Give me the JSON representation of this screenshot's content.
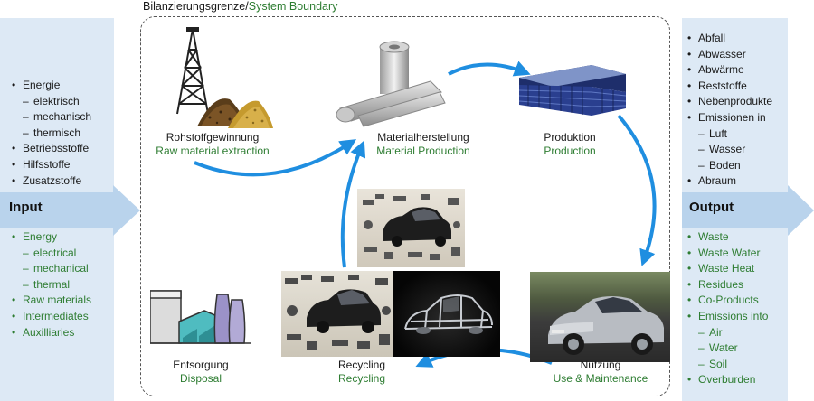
{
  "boundary": {
    "label_de": "Bilanzierungsgrenze",
    "separator": "/",
    "label_en": "System Boundary"
  },
  "input": {
    "label": "Input",
    "de_items": [
      {
        "text": "Energie",
        "level": 0
      },
      {
        "text": "elektrisch",
        "level": 1
      },
      {
        "text": "mechanisch",
        "level": 1
      },
      {
        "text": "thermisch",
        "level": 1
      },
      {
        "text": "Betriebsstoffe",
        "level": 0
      },
      {
        "text": "Hilfsstoffe",
        "level": 0
      },
      {
        "text": "Zusatzstoffe",
        "level": 0
      }
    ],
    "en_items": [
      {
        "text": "Energy",
        "level": 0
      },
      {
        "text": "electrical",
        "level": 1
      },
      {
        "text": "mechanical",
        "level": 1
      },
      {
        "text": "thermal",
        "level": 1
      },
      {
        "text": "Raw materials",
        "level": 0
      },
      {
        "text": "Intermediates",
        "level": 0
      },
      {
        "text": "Auxilliaries",
        "level": 0
      }
    ]
  },
  "output": {
    "label": "Output",
    "de_items": [
      {
        "text": "Abfall",
        "level": 0
      },
      {
        "text": "Abwasser",
        "level": 0
      },
      {
        "text": "Abwärme",
        "level": 0
      },
      {
        "text": "Reststoffe",
        "level": 0
      },
      {
        "text": "Nebenprodukte",
        "level": 0
      },
      {
        "text": "Emissionen in",
        "level": 0
      },
      {
        "text": "Luft",
        "level": 1
      },
      {
        "text": "Wasser",
        "level": 1
      },
      {
        "text": "Boden",
        "level": 1
      },
      {
        "text": "Abraum",
        "level": 0
      }
    ],
    "en_items": [
      {
        "text": "Waste",
        "level": 0
      },
      {
        "text": "Waste Water",
        "level": 0
      },
      {
        "text": "Waste Heat",
        "level": 0
      },
      {
        "text": "Residues",
        "level": 0
      },
      {
        "text": "Co-Products",
        "level": 0
      },
      {
        "text": "Emissions into",
        "level": 0
      },
      {
        "text": "Air",
        "level": 1
      },
      {
        "text": "Water",
        "level": 1
      },
      {
        "text": "Soil",
        "level": 1
      },
      {
        "text": "Overburden",
        "level": 0
      }
    ]
  },
  "stages": {
    "raw": {
      "de": "Rohstoffgewinnung",
      "en": "Raw material extraction"
    },
    "material": {
      "de": "Materialherstellung",
      "en": "Material Production"
    },
    "production": {
      "de": "Produktion",
      "en": "Production"
    },
    "use": {
      "de": "Nutzung",
      "en": "Use & Maintenance"
    },
    "recycling": {
      "de": "Recycling",
      "en": "Recycling"
    },
    "disposal": {
      "de": "Entsorgung",
      "en": "Disposal"
    }
  },
  "colors": {
    "accent_green": "#2e7d32",
    "arrow_blue": "#1f8ee0",
    "panel_blue": "#dde9f5"
  },
  "icons": [
    "oil-derrick-icon",
    "ore-piles-icon",
    "steel-coil-icon",
    "factory-building-icon",
    "car-icon",
    "car-parts-icon",
    "car-body-icon",
    "power-plant-icon"
  ]
}
